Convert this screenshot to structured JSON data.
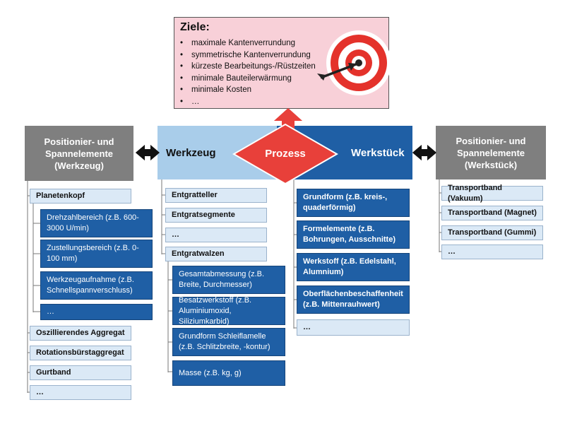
{
  "goals": {
    "title": "Ziele:",
    "items": [
      "maximale Kantenverrundung",
      "symmetrische Kantenverrundung",
      "kürzeste Bearbeitungs-/Rüstzeiten",
      "minimale Bauteilerwärmung",
      "minimale Kosten",
      "…"
    ]
  },
  "header": {
    "left_grey": "Positionier- und Spannelemente (Werkzeug)",
    "right_grey": "Positionier- und Spannelemente (Werkstück)",
    "werkzeug": "Werkzeug",
    "werkstueck": "Werkstück",
    "prozess": "Prozess"
  },
  "left_column": {
    "planetenkopf": "Planetenkopf",
    "planetenkopf_sub": [
      "Drehzahlbereich (z.B. 600-3000 U/min)",
      "Zustellungsbereich (z.B. 0-100 mm)",
      "Werkzeugaufnahme (z.B. Schnellspannverschluss)",
      "…"
    ],
    "others": [
      "Oszillierendes Aggregat",
      "Rotationsbürstaggregat",
      "Gurtband",
      "…"
    ]
  },
  "werkzeug_column": {
    "items": [
      "Entgratteller",
      "Entgratsegmente",
      "…",
      "Entgratwalzen"
    ],
    "walzen_sub": [
      "Gesamtabmessung (z.B. Breite, Durchmesser)",
      "Besatzwerkstoff (z.B. Aluminiumoxid, Siliziumkarbid)",
      "Grundform Schleiflamelle (z.B. Schlitzbreite, -kontur)",
      "Masse (z.B. kg, g)"
    ]
  },
  "werkstueck_column": {
    "items": [
      "Grundform (z.B. kreis-, quaderförmig)",
      "Formelemente (z.B. Bohrungen, Ausschnitte)",
      "Werkstoff (z.B. Edelstahl, Alumnium)",
      "Oberflächenbeschaffenheit (z.B. Mittenrauhwert)",
      "…"
    ]
  },
  "right_column": {
    "items": [
      "Transportband (Vakuum)",
      "Transportband (Magnet)",
      "Transportband (Gummi)",
      "…"
    ]
  },
  "colors": {
    "goal_fill": "#f8d0d8",
    "accent_red": "#e8403a",
    "dark_blue": "#1f5fa5",
    "light_blue_band": "#a9cdea",
    "light_box": "#dbe9f6",
    "grey": "#7f7f7f"
  }
}
